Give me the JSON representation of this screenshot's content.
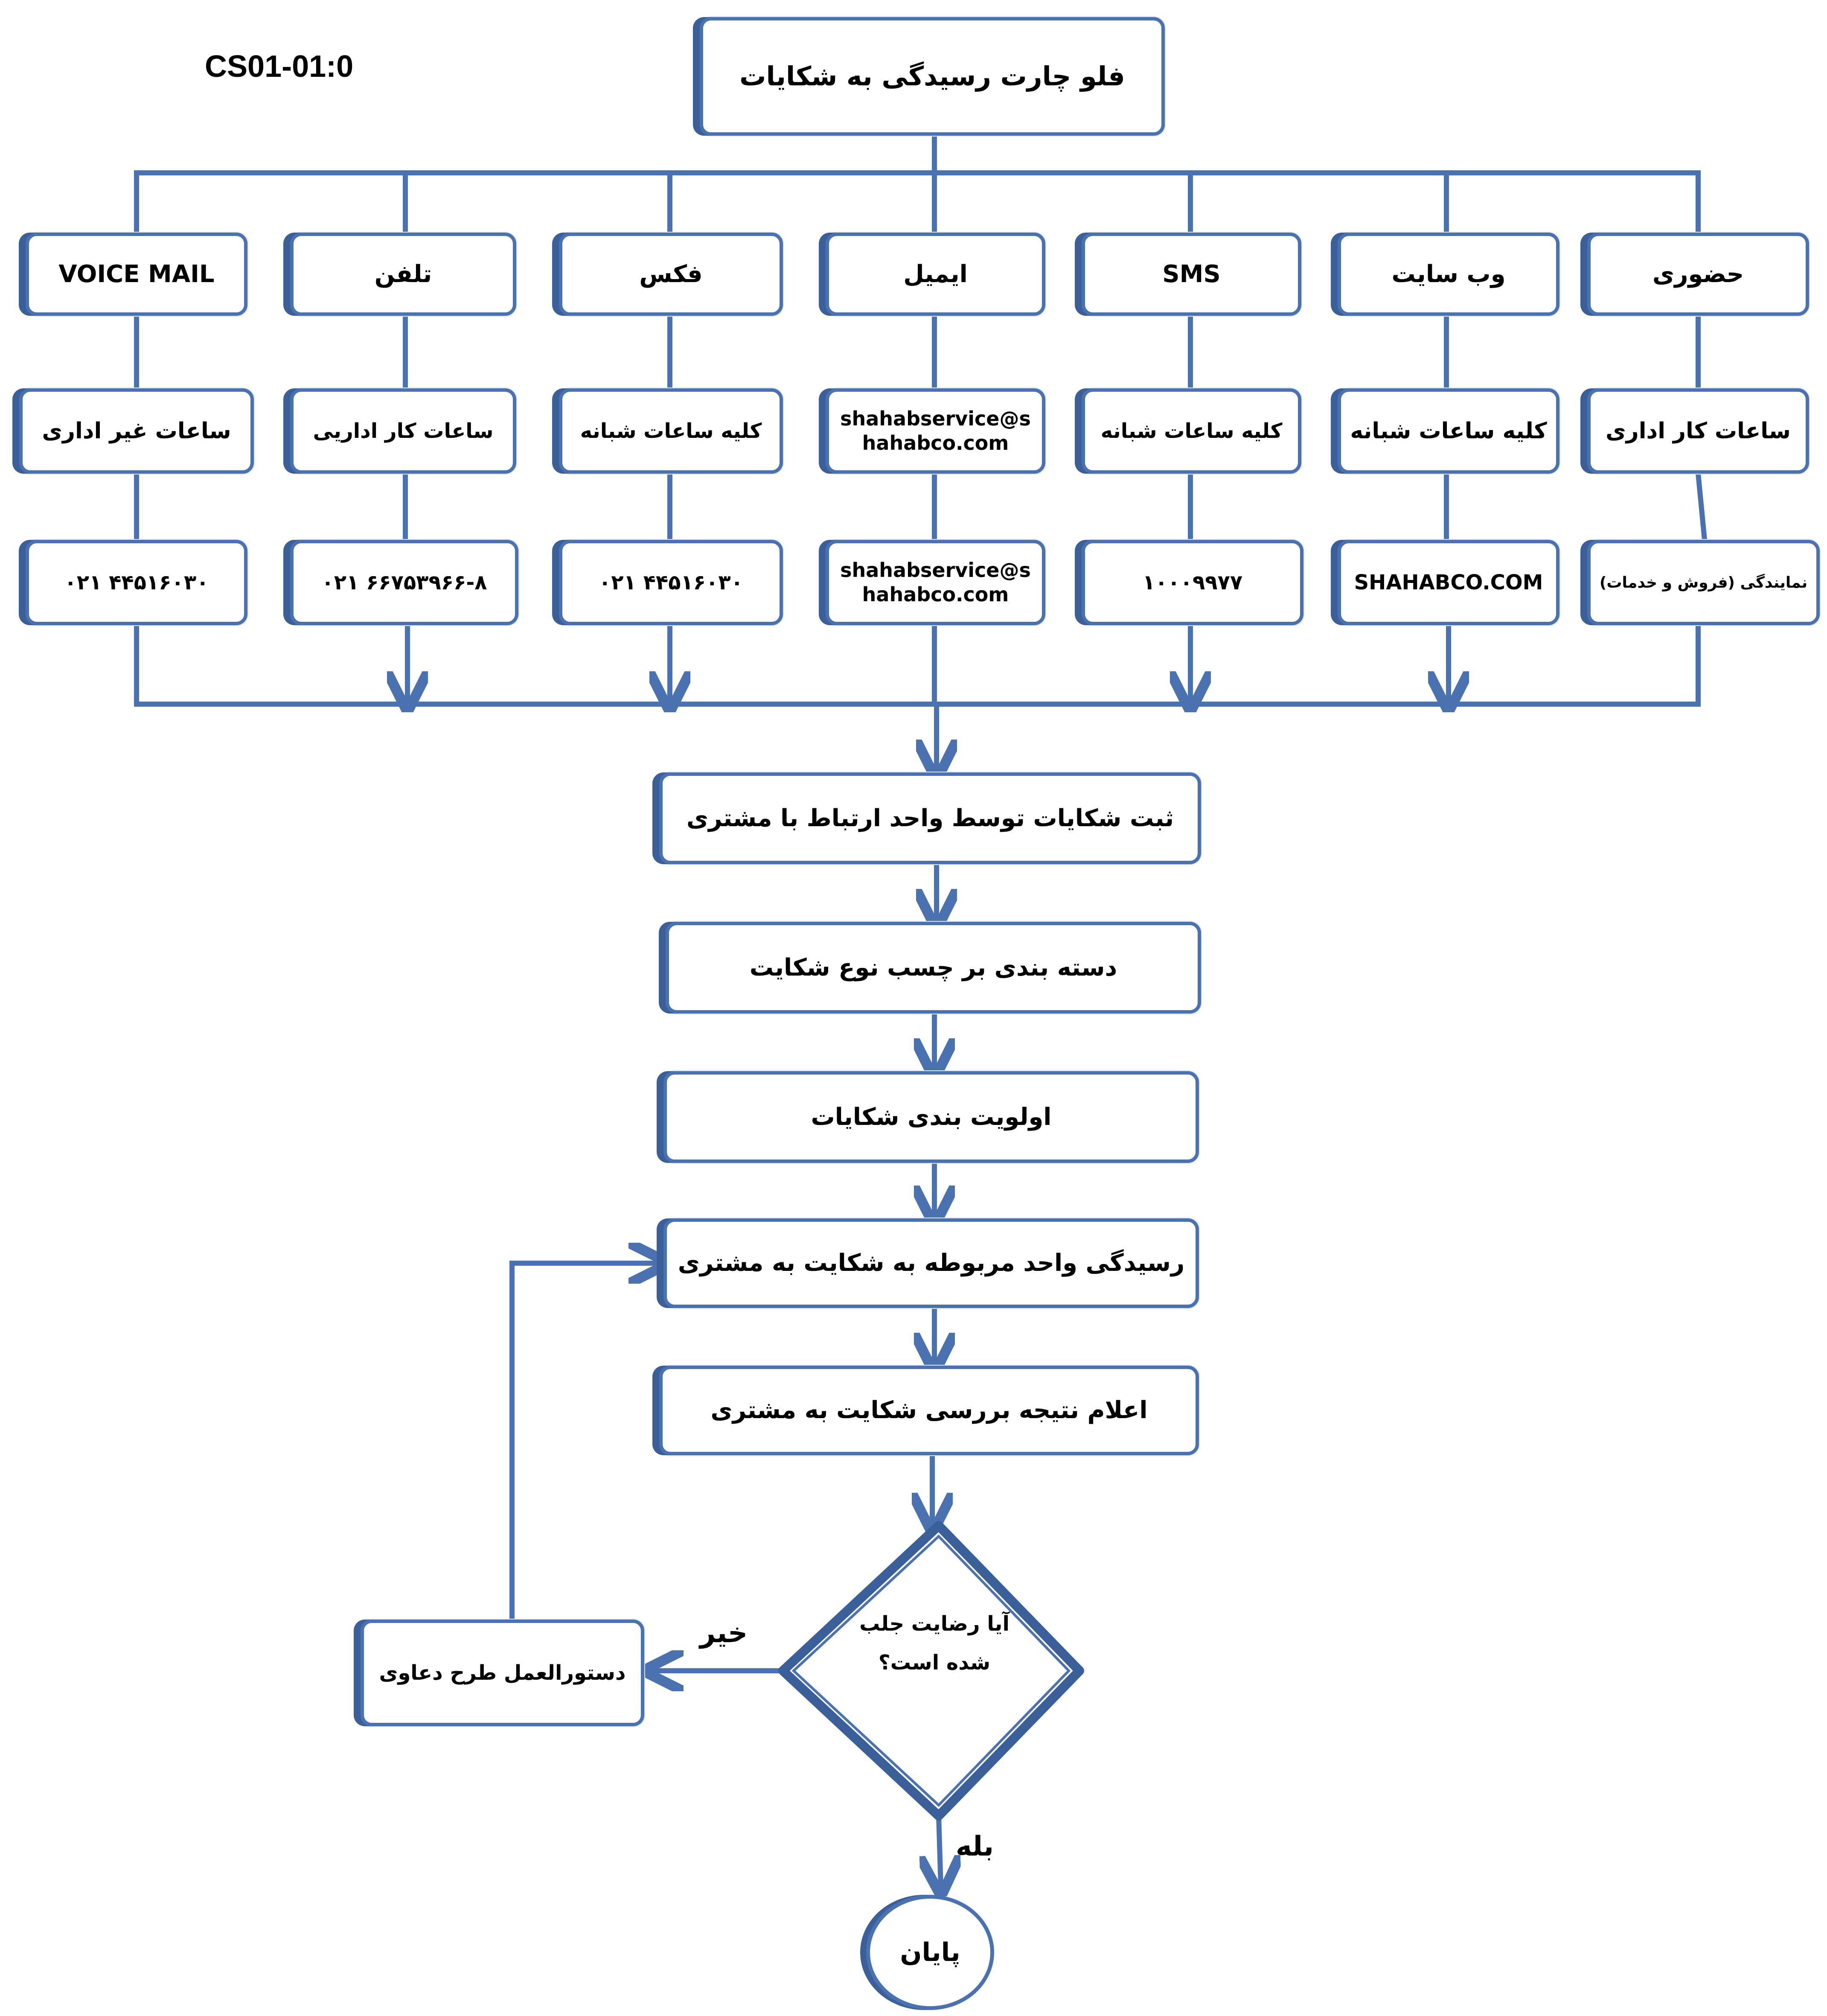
{
  "doc_code": "CS01-01:0",
  "title": "فلو چارت رسیدگی به شکایات",
  "channels": [
    {
      "name": "VOICE MAIL",
      "hours": "ساعات غیر اداری",
      "contact": "۰۲۱ ۴۴۵۱۶۰۳۰"
    },
    {
      "name": "تلفن",
      "hours": "ساعات کار اداریی",
      "contact": "۰۲۱ ۶۶۷۵۳۹۶۶-۸"
    },
    {
      "name": "فکس",
      "hours": "کلیه ساعات شبانه",
      "contact": "۰۲۱ ۴۴۵۱۶۰۳۰"
    },
    {
      "name": "ایمیل",
      "hours": "shahabservice@shahabco.com",
      "contact": "shahabservice@shahabco.com"
    },
    {
      "name": "SMS",
      "hours": "کلیه ساعات شبانه",
      "contact": "۱۰۰۰۹۹۷۷"
    },
    {
      "name": "وب سایت",
      "hours": "کلیه ساعات شبانه",
      "contact": "SHAHABCO.COM"
    },
    {
      "name": "حضوری",
      "hours": "ساعات کار اداری",
      "contact": "نمایندگی (فروش و خدمات)"
    }
  ],
  "steps": [
    "ثبت شکایات توسط واحد ارتباط با مشتری",
    "دسته بندی بر چسب نوع شکایت",
    "اولویت بندی شکایات",
    "رسیدگی واحد مربوطه به شکایت به مشتری",
    "اعلام نتیجه بررسی شکایت به مشتری"
  ],
  "decision": "آیا رضایت جلب شده است؟",
  "no_label": "خیر",
  "yes_label": "بله",
  "lawsuit_box": "دستورالعمل طرح دعاوی",
  "end_label": "پایان",
  "colors": {
    "line": "#4a72b0",
    "shadow": "#3b5f98"
  }
}
